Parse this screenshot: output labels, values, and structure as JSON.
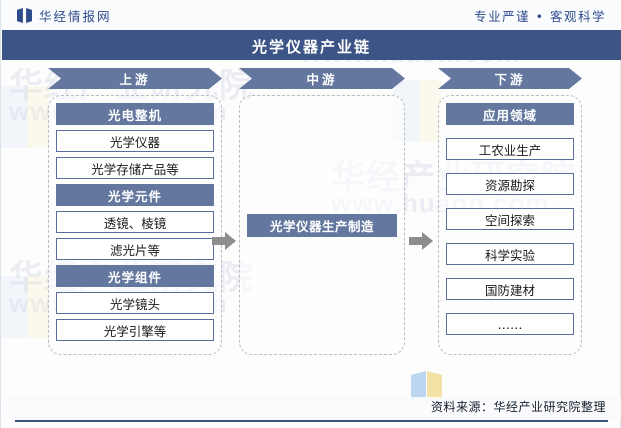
{
  "header": {
    "logo_icon": "open-book-icon",
    "brand": "华经情报网",
    "slogan": "专业严谨 • 客观科学"
  },
  "title": "光学仪器产业链",
  "columns": {
    "upstream": {
      "banner": "上游",
      "groups": [
        {
          "head": "光电整机",
          "items": [
            "光学仪器",
            "光学存储产品等"
          ]
        },
        {
          "head": "光学元件",
          "items": [
            "透镜、棱镜",
            "滤光片等"
          ]
        },
        {
          "head": "光学组件",
          "items": [
            "光学镜头",
            "光学引擎等"
          ]
        }
      ]
    },
    "midstream": {
      "banner": "中游",
      "node": "光学仪器生产制造"
    },
    "downstream": {
      "banner": "下游",
      "head": "应用领域",
      "items": [
        "工农业生产",
        "资源勘探",
        "空间探索",
        "科学实验",
        "国防建材",
        "……"
      ]
    }
  },
  "connectors": {
    "left_arrow": "arrow-right-icon",
    "right_arrow": "arrow-right-icon"
  },
  "watermark": {
    "text": "华经产业研究院",
    "url": "www.huaon.com"
  },
  "footer": {
    "source": "资料来源：华经产业研究院整理"
  },
  "colors": {
    "title_bar": "#3d5586",
    "banner": "#64789f",
    "head_cell": "#64789f",
    "item_border": "#5a6e9c",
    "dashed_border": "#b9bcc2",
    "connector": "#8d8d8d",
    "brand_text": "#2f4b8c"
  }
}
